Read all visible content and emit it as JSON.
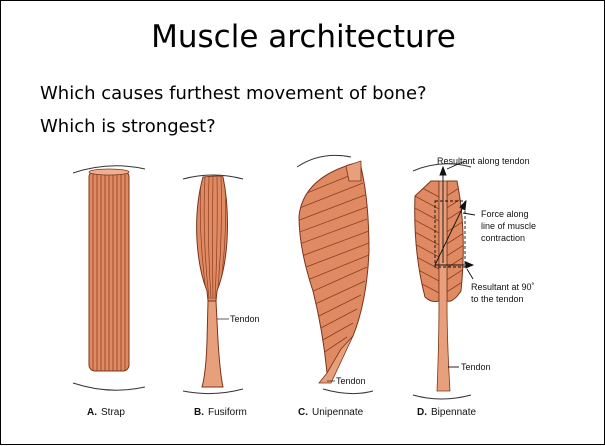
{
  "slide": {
    "title": "Muscle architecture",
    "questions": [
      "Which causes furthest movement of bone?",
      "Which is strongest?"
    ]
  },
  "figure": {
    "muscles": [
      {
        "letter": "A.",
        "name": "Strap"
      },
      {
        "letter": "B.",
        "name": "Fusiform"
      },
      {
        "letter": "C.",
        "name": "Unipennate"
      },
      {
        "letter": "D.",
        "name": "Bipennate"
      }
    ],
    "labels": {
      "tendon": "Tendon",
      "resultant_along_tendon": "Resultant along tendon",
      "force_along": [
        "Force along",
        "line of muscle",
        "contraction"
      ],
      "resultant_90": [
        "Resultant at 90˚",
        "to the tendon"
      ]
    },
    "colors": {
      "muscle": "#e08a64",
      "fiber": "#7a3418",
      "tendon": "#e8a07c"
    }
  }
}
